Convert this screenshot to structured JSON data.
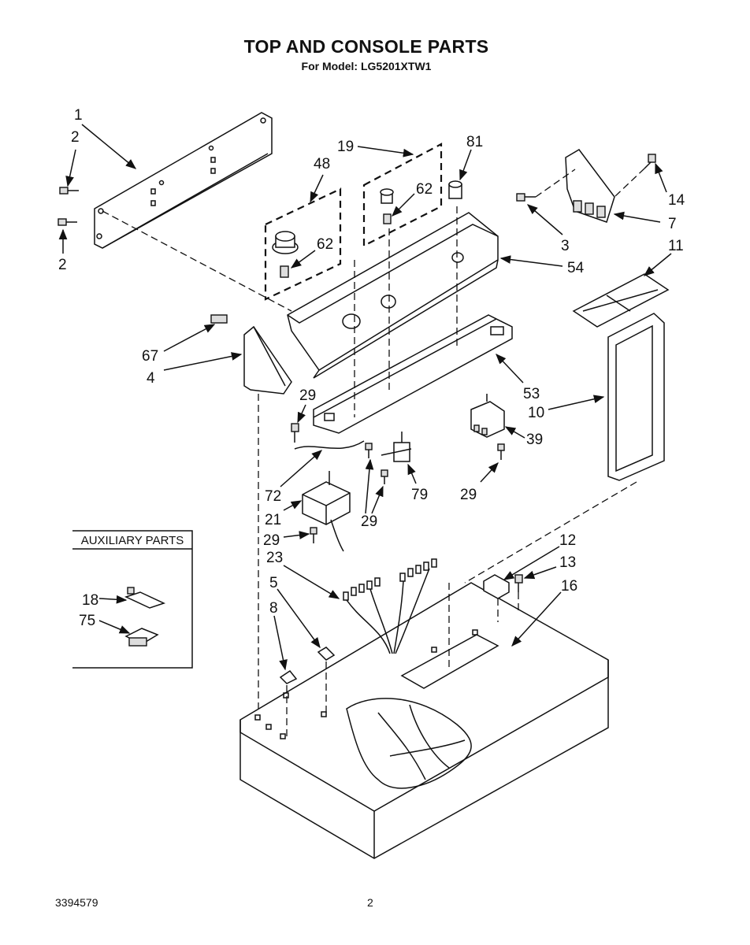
{
  "header": {
    "title": "TOP AND CONSOLE PARTS",
    "subtitle": "For Model: LG5201XTW1"
  },
  "auxiliary": {
    "title": "AUXILIARY PARTS"
  },
  "callouts": {
    "p1": "1",
    "p2a": "2",
    "p2b": "2",
    "p19": "19",
    "p81": "81",
    "p48": "48",
    "p62a": "62",
    "p62b": "62",
    "p14": "14",
    "p7": "7",
    "p3": "3",
    "p54": "54",
    "p11": "11",
    "p67": "67",
    "p4": "4",
    "p53": "53",
    "p10": "10",
    "p29a": "29",
    "p39": "39",
    "p72": "72",
    "p79": "79",
    "p29b": "29",
    "p29c": "29",
    "p21": "21",
    "p29d": "29",
    "p12": "12",
    "p13": "13",
    "p23": "23",
    "p16": "16",
    "p5": "5",
    "p8": "8",
    "p18": "18",
    "p75": "75"
  },
  "footer": {
    "doc_number": "3394579",
    "page_number": "2"
  }
}
